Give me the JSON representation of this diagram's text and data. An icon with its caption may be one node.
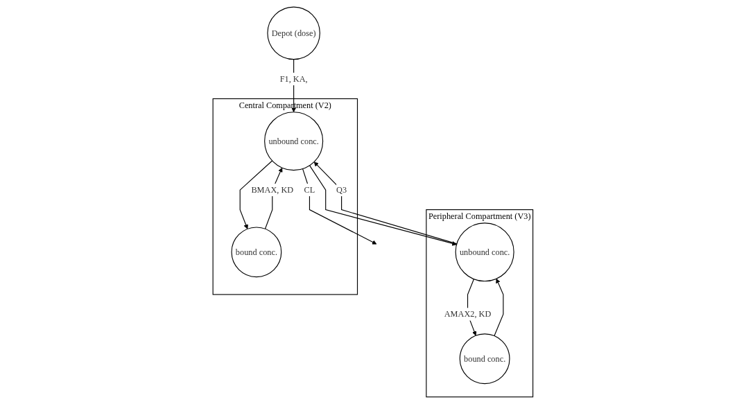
{
  "diagram": {
    "nodes": [
      {
        "text": [
          "Depot (dose)"
        ]
      },
      {
        "text": [
          "Peripheral Compartment (V3)"
        ]
      },
      {
        "text": [
          "bound conc."
        ],
        "in": 1
      },
      {
        "text": [
          "unbound conc."
        ],
        "in": 1
      },
      {
        "text": [
          "Central Compartment (V2)"
        ]
      },
      {
        "text": [
          "unbound conc."
        ],
        "in": 4
      },
      {
        "text": [
          "bound conc."
        ],
        "in": 4
      }
    ],
    "edges": [
      {
        "from": 0,
        "to": 5,
        "arrow": "to",
        "label": "F1, KA,"
      },
      {
        "from": 3,
        "to": 2,
        "arrow": "to",
        "label": "AMAX2, KD"
      },
      {
        "from": 2,
        "to": 3,
        "arrow": "to"
      },
      {
        "from": 3,
        "to": 5,
        "arrow": "to",
        "label": "Q3"
      },
      {
        "from": 5,
        "to": 3,
        "arrow": "to"
      },
      {
        "from": 6,
        "to": 5,
        "arrow": "to",
        "label": "BMAX, KD"
      },
      {
        "from": 5,
        "to": 6,
        "arrow": "to"
      },
      {
        "from": 5,
        "to": null,
        "arrow": "to",
        "label": "CL"
      }
    ]
  }
}
